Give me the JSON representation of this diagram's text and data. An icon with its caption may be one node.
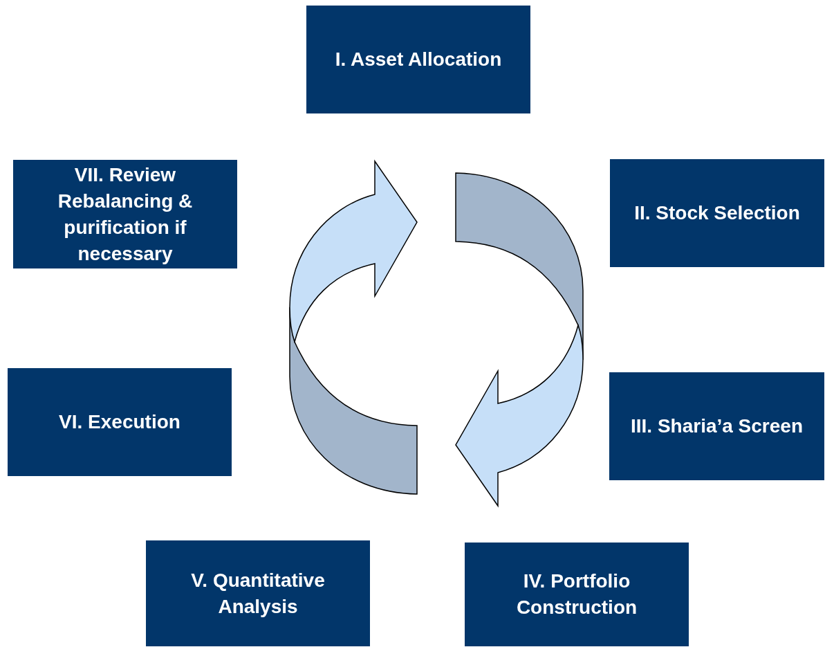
{
  "diagram": {
    "nodes": [
      {
        "text": [
          "I. Asset Allocation"
        ]
      },
      {
        "text": [
          "II. Stock Selection"
        ]
      },
      {
        "text": [
          "III. Sharia’a Screen"
        ]
      },
      {
        "text": [
          "IV. Portfolio Construction"
        ]
      },
      {
        "text": [
          "V. Quantitative Analysis"
        ]
      },
      {
        "text": [
          "VI. Execution"
        ]
      },
      {
        "text": [
          "VII. Review Rebalancing & purification if necessary"
        ]
      }
    ]
  }
}
